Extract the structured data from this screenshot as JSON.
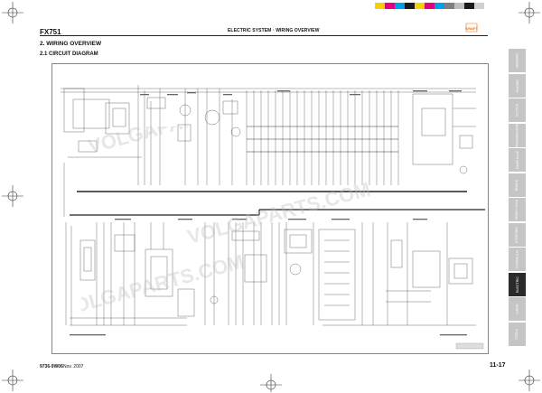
{
  "header": {
    "model": "FX751",
    "title": "ELECTRIC SYSTEM · WIRING OVERVIEW",
    "logo_text": "KRAFT",
    "brand_color": "#e07010"
  },
  "section": {
    "title": "2. WIRING OVERVIEW",
    "subtitle": "2.1  CIRCUIT DIAGRAM"
  },
  "color_bar": [
    "#f2d300",
    "#e4007f",
    "#00a0e9",
    "#1a1a1a",
    "#f2d300",
    "#e4007f",
    "#00a0e9",
    "#7f7f7f",
    "#bfbfbf",
    "#1a1a1a",
    "#d0d0d0",
    "#ffffff"
  ],
  "side_tabs": [
    {
      "label": "GENERAL",
      "active": false
    },
    {
      "label": "ENGINE",
      "active": false
    },
    {
      "label": "CLUTCH",
      "active": false
    },
    {
      "label": "TRANSMISSION",
      "active": false
    },
    {
      "label": "REAR AXLE",
      "active": false
    },
    {
      "label": "BRAKE",
      "active": false
    },
    {
      "label": "FRONT AXLE",
      "active": false
    },
    {
      "label": "STEERING",
      "active": false
    },
    {
      "label": "HYDRAULIC",
      "active": false
    },
    {
      "label": "ELECTRIC",
      "active": true
    },
    {
      "label": "CABIN",
      "active": false
    },
    {
      "label": "TOOLS",
      "active": false
    }
  ],
  "footer": {
    "doc_code": "9736-9W06",
    "date": "Nov. 2007",
    "page": "11-17"
  },
  "watermark_text": "VOLGAPARTS.COM"
}
